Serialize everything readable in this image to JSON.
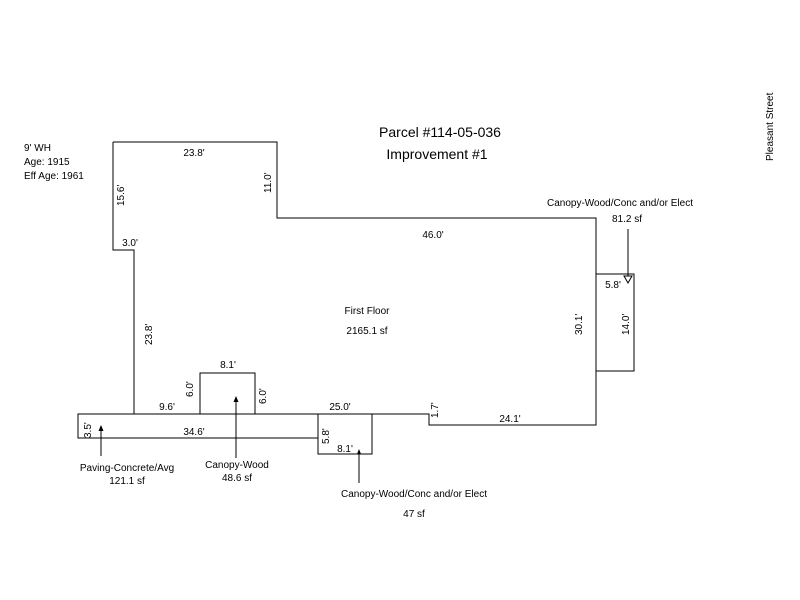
{
  "title": {
    "parcel": "Parcel #114-05-036",
    "improvement": "Improvement #1"
  },
  "street": "Pleasant Street",
  "info": {
    "wall_height": "9' WH",
    "age": "Age: 1915",
    "eff_age": "Eff Age: 1961"
  },
  "main_area": {
    "name": "First Floor",
    "area": "2165.1 sf"
  },
  "dimensions": {
    "top_width": "23.8'",
    "left_upper": "15.6'",
    "step_short": "3.0'",
    "left_lower": "23.8'",
    "inner_step": "11.0'",
    "upper_run": "46.0'",
    "right_side": "30.1'",
    "front_left": "9.6'",
    "front_mid": "25.0'",
    "jog": "1.7'",
    "front_right": "24.1'"
  },
  "annexes": [
    {
      "name": "Canopy-Wood/Conc and/or Elect",
      "area": "81.2 sf",
      "dims": [
        "5.8'",
        "14.0'"
      ]
    },
    {
      "name": "Canopy-Wood",
      "area": "48.6 sf",
      "dims": [
        "8.1'",
        "6.0'",
        "6.0'"
      ]
    },
    {
      "name": "Paving-Concrete/Avg",
      "area": "121.1 sf",
      "dims": [
        "3.5'",
        "34.6'"
      ]
    },
    {
      "name": "Canopy-Wood/Conc and/or Elect",
      "area": "47 sf",
      "dims": [
        "5.8'",
        "8.1'"
      ]
    }
  ]
}
